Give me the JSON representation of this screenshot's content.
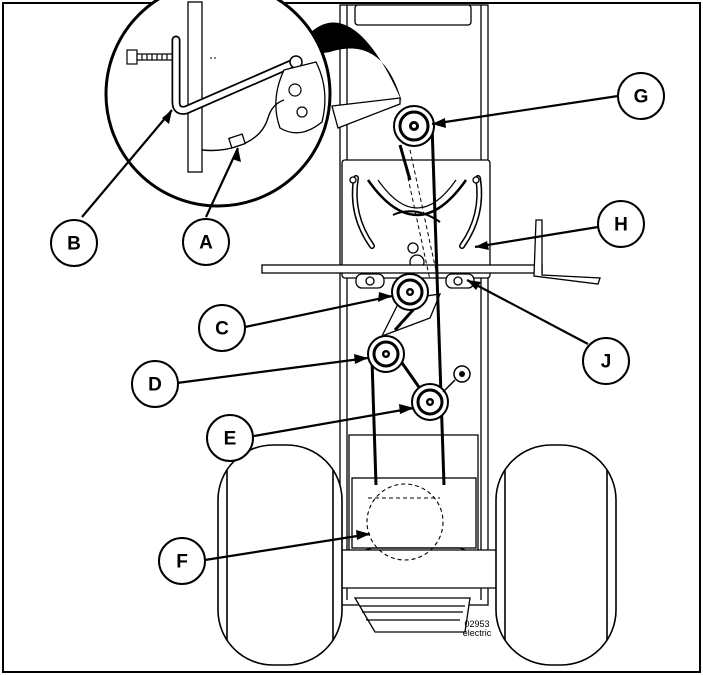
{
  "figure": {
    "code_number": "02953",
    "code_label": "electric"
  },
  "callouts": [
    {
      "id": "A",
      "label": "A"
    },
    {
      "id": "B",
      "label": "B"
    },
    {
      "id": "C",
      "label": "C"
    },
    {
      "id": "D",
      "label": "D"
    },
    {
      "id": "E",
      "label": "E"
    },
    {
      "id": "F",
      "label": "F"
    },
    {
      "id": "G",
      "label": "G"
    },
    {
      "id": "H",
      "label": "H"
    },
    {
      "id": "J",
      "label": "J"
    }
  ]
}
